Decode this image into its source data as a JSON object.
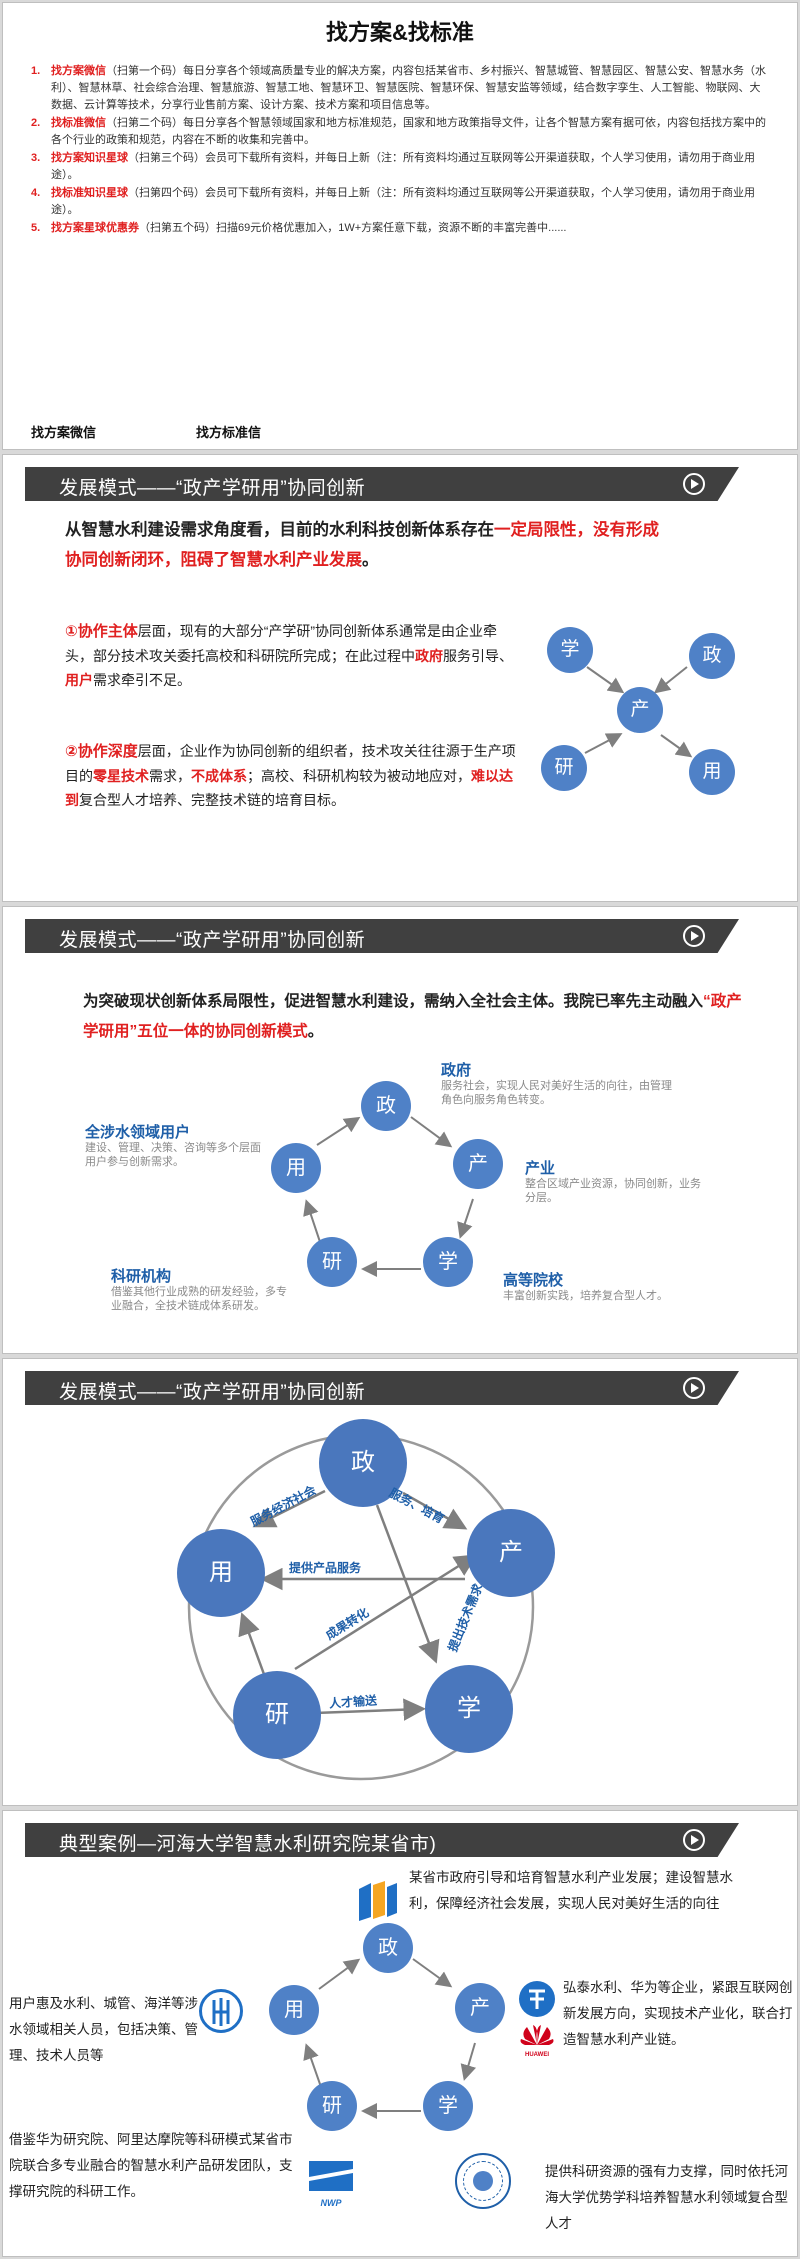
{
  "slide1": {
    "title": "找方案&找标准",
    "items": [
      {
        "num": "1.",
        "key": "找方案微信",
        "text": "（扫第一个码）每日分享各个领域高质量专业的解决方案，内容包括某省市、乡村振兴、智慧城管、智慧园区、智慧公安、智慧水务（水利）、智慧林草、社会综合治理、智慧旅游、智慧工地、智慧环卫、智慧医院、智慧环保、智慧安监等领域，结合数字孪生、人工智能、物联网、大数据、云计算等技术，分享行业售前方案、设计方案、技术方案和项目信息等。"
      },
      {
        "num": "2.",
        "key": "找标准微信",
        "text": "（扫第二个码）每日分享各个智慧领域国家和地方标准规范，国家和地方政策指导文件，让各个智慧方案有据可依，内容包括找方案中的各个行业的政策和规范，内容在不断的收集和完善中。"
      },
      {
        "num": "3.",
        "key": "找方案知识星球",
        "text": "（扫第三个码）会员可下载所有资料，并每日上新（注：所有资料均通过互联网等公开渠道获取，个人学习使用，请勿用于商业用途）。"
      },
      {
        "num": "4.",
        "key": "找标准知识星球",
        "text": "（扫第四个码）会员可下载所有资料，并每日上新（注：所有资料均通过互联网等公开渠道获取，个人学习使用，请勿用于商业用途）。"
      },
      {
        "num": "5.",
        "key": "找方案星球优惠券",
        "text": "（扫第五个码）扫描69元价格优惠加入，1W+方案任意下载，资源不断的丰富完善中......"
      }
    ],
    "qr_label_1": "找方案微信",
    "qr_label_2": "找方标准信"
  },
  "slide2": {
    "header": "发展模式——“政产学研用”协同创新",
    "intro_a": "从智慧水利建设需求角度看，目前的水利科技创新体系存在",
    "intro_red1": "一定局限性，没有形成协同创新闭环，阻碍了智慧水利产业发展",
    "intro_end": "。",
    "p1_red": "①协作主体",
    "p1_a": "层面，现有的大部分“产学研”协同创新体系通常是由企业牵头，部分技术攻关委托高校和科研院所完成；在此过程中",
    "p1_red2": "政府",
    "p1_b": "服务引导、",
    "p1_red3": "用户",
    "p1_c": "需求牵引不足。",
    "p2_red": "②协作深度",
    "p2_a": "层面，企业作为协同创新的组织者，技术攻关往往源于生产项目的",
    "p2_red2": "零星技术",
    "p2_b": "需求，",
    "p2_red3": "不成体系",
    "p2_c": "；高校、科研机构较为被动地应对，",
    "p2_red4": "难以达到",
    "p2_d": "复合型人才培养、完整技术链的培育目标。",
    "nodes": {
      "xue": "学",
      "zheng": "政",
      "chan": "产",
      "yan": "研",
      "yong": "用"
    }
  },
  "slide3": {
    "header": "发展模式——“政产学研用”协同创新",
    "intro_a": "为突破现状创新体系局限性，促进智慧水利建设，需纳入全社会主体。我院已率先主动融入",
    "intro_red": "“政产学研用”五位一体的协同创新模式",
    "intro_end": "。",
    "nodes": {
      "zheng": "政",
      "chan": "产",
      "xue": "学",
      "yan": "研",
      "yong": "用"
    },
    "labels": {
      "zheng_t": "政府",
      "zheng_d": "服务社会，实现人民对美好生活的向往，由管理角色向服务角色转变。",
      "chan_t": "产业",
      "chan_d": "整合区域产业资源，协同创新，业务分层。",
      "xue_t": "高等院校",
      "xue_d": "丰富创新实践，培养复合型人才。",
      "yan_t": "科研机构",
      "yan_d": "借鉴其他行业成熟的研发经验，多专业融合，全技术链成体系研发。",
      "yong_t": "全涉水领域用户",
      "yong_d": "建设、管理、决策、咨询等多个层面用户参与创新需求。"
    }
  },
  "slide4": {
    "header": "发展模式——“政产学研用”协同创新",
    "nodes": {
      "zheng": "政",
      "chan": "产",
      "xue": "学",
      "yan": "研",
      "yong": "用"
    },
    "arrows": {
      "a1": "服务经济社会",
      "a2": "服务、培育",
      "a3": "提供产品服务",
      "a4": "成果转化",
      "a5": "提出技术需求",
      "a6": "人才输送"
    }
  },
  "slide5": {
    "header": "典型案例—河海大学智慧水利研究院某省市)",
    "nodes": {
      "zheng": "政",
      "chan": "产",
      "xue": "学",
      "yan": "研",
      "yong": "用"
    },
    "t_zheng": "某省市政府引导和培育智慧水利产业发展；建设智慧水利，保障经济社会发展，实现人民对美好生活的向往",
    "t_chan": "弘泰水利、华为等企业，紧跟互联网创新发展方向，实现技术产业化，联合打造智慧水利产业链。",
    "t_xue": "提供科研资源的强有力支撑，同时依托河海大学优势学科培养智慧水利领域复合型人才",
    "t_yan": "借鉴华为研究院、阿里达摩院等科研模式某省市院联合多专业融合的智慧水利产品研发团队，支撑研究院的科研工作。",
    "t_yong": "用户惠及水利、城管、海洋等涉水领域相关人员，包括决策、管理、技术人员等",
    "logo_text_huawei": "HUAWEI",
    "logo_text_nwp": "NWP"
  },
  "colors": {
    "accent_red": "#e02020",
    "node_blue": "#4f81c7",
    "label_blue": "#1f5fa8",
    "header_bar": "#404040"
  }
}
